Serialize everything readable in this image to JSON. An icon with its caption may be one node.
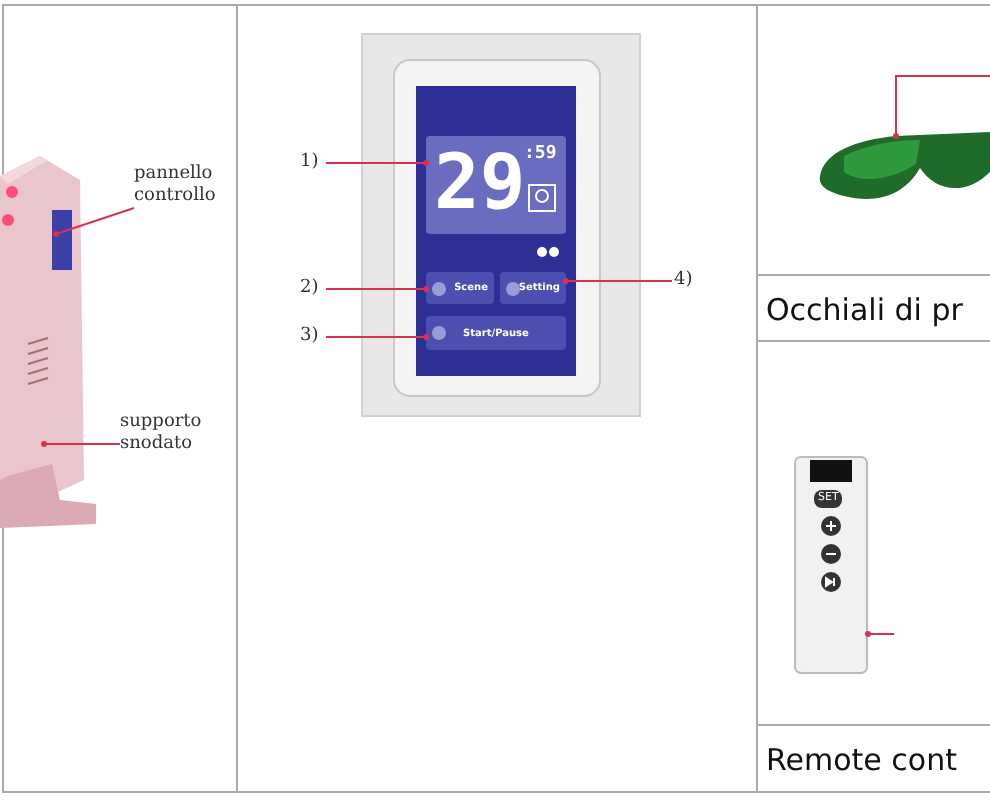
{
  "diagram": {
    "nodes": [
      {
        "text": [
          "pannello controllo"
        ]
      },
      {
        "text": [
          "supporto snodato"
        ]
      },
      {
        "text": [
          "1)"
        ]
      },
      {
        "text": [
          "2)"
        ]
      },
      {
        "text": [
          "3)"
        ]
      },
      {
        "text": [
          "4)"
        ]
      },
      {
        "text": [],
        "shape": "picture"
      },
      {
        "text": [],
        "shape": "picture"
      },
      {
        "text": [
          "29",
          ":59"
        ]
      },
      {
        "text": [
          "Scene"
        ]
      },
      {
        "text": [
          "Setting"
        ]
      },
      {
        "text": [
          "Start/Pause"
        ]
      }
    ],
    "edges": [
      {
        "from": 0,
        "to": null,
        "arrow": "other"
      },
      {
        "from": 1,
        "to": null,
        "arrow": "other"
      },
      {
        "from": 2,
        "to": 8,
        "arrow": "other"
      },
      {
        "from": 3,
        "to": 9,
        "arrow": "other"
      },
      {
        "from": 4,
        "to": 11,
        "arrow": "other"
      },
      {
        "from": 5,
        "to": 10,
        "arrow": "other"
      },
      {
        "from": null,
        "to": 6,
        "arrow": "other"
      },
      {
        "from": null,
        "to": 7,
        "arrow": "other"
      }
    ],
    "labels": [
      "Occhiali di pr",
      "SET",
      "Remote cont"
    ]
  }
}
